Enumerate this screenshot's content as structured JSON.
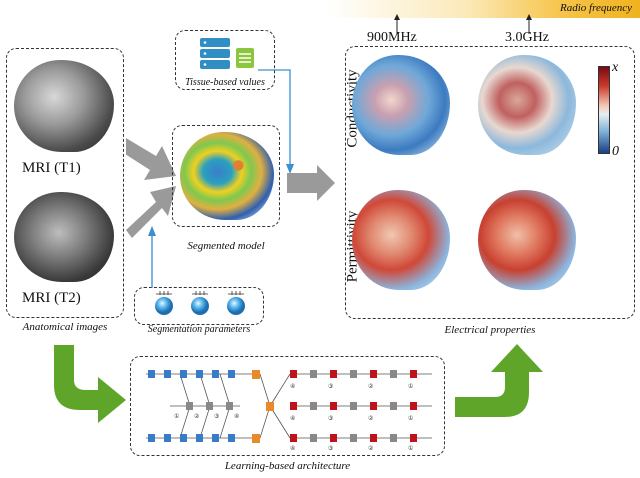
{
  "header": {
    "rf_label": "Radio frequency",
    "freq_low": "900MHz",
    "freq_high": "3.0GHz"
  },
  "anatomical": {
    "mri_t1": "MRI (T1)",
    "mri_t2": "MRI (T2)",
    "caption": "Anatomical images"
  },
  "tissue": {
    "caption": "Tissue-based values"
  },
  "segmented": {
    "caption": "Segmented model"
  },
  "seg_params": {
    "caption": "Segmentation parameters"
  },
  "electrical": {
    "conductivity": "Conductivity",
    "permittivity": "Permittivity",
    "caption": "Electrical properties",
    "colorbar_max": "x",
    "colorbar_min": "0"
  },
  "architecture": {
    "caption": "Learning-based architecture",
    "node_labels": [
      "④",
      "③",
      "②",
      "①"
    ]
  },
  "colors": {
    "arrow_gray": "#9a9a9a",
    "arrow_green": "#5fa52a",
    "connector_blue": "#3a8fd0",
    "rf_orange": "#f0b21e"
  }
}
